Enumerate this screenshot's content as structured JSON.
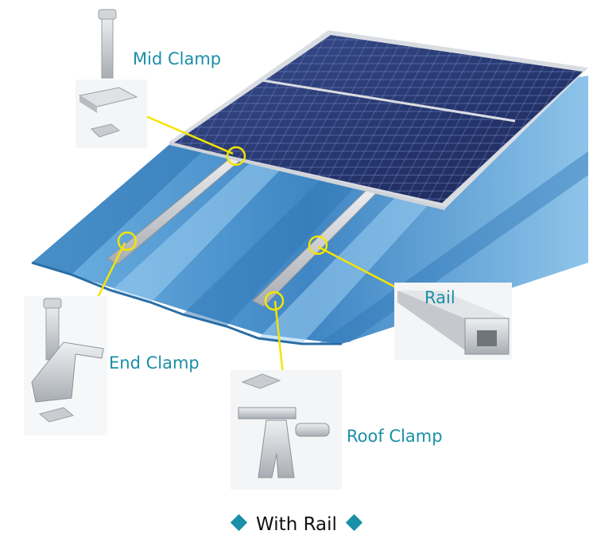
{
  "labels": {
    "mid_clamp": "Mid Clamp",
    "rail": "Rail",
    "end_clamp": "End Clamp",
    "roof_clamp": "Roof Clamp"
  },
  "footer": {
    "text": "With Rail"
  },
  "colors": {
    "label_teal": "#1a8fa8",
    "callout_yellow": "#f5e400",
    "roof_blue": "#4f97cf",
    "panel_blue": "#2b3c78",
    "aluminum": "#c9ccd0"
  }
}
